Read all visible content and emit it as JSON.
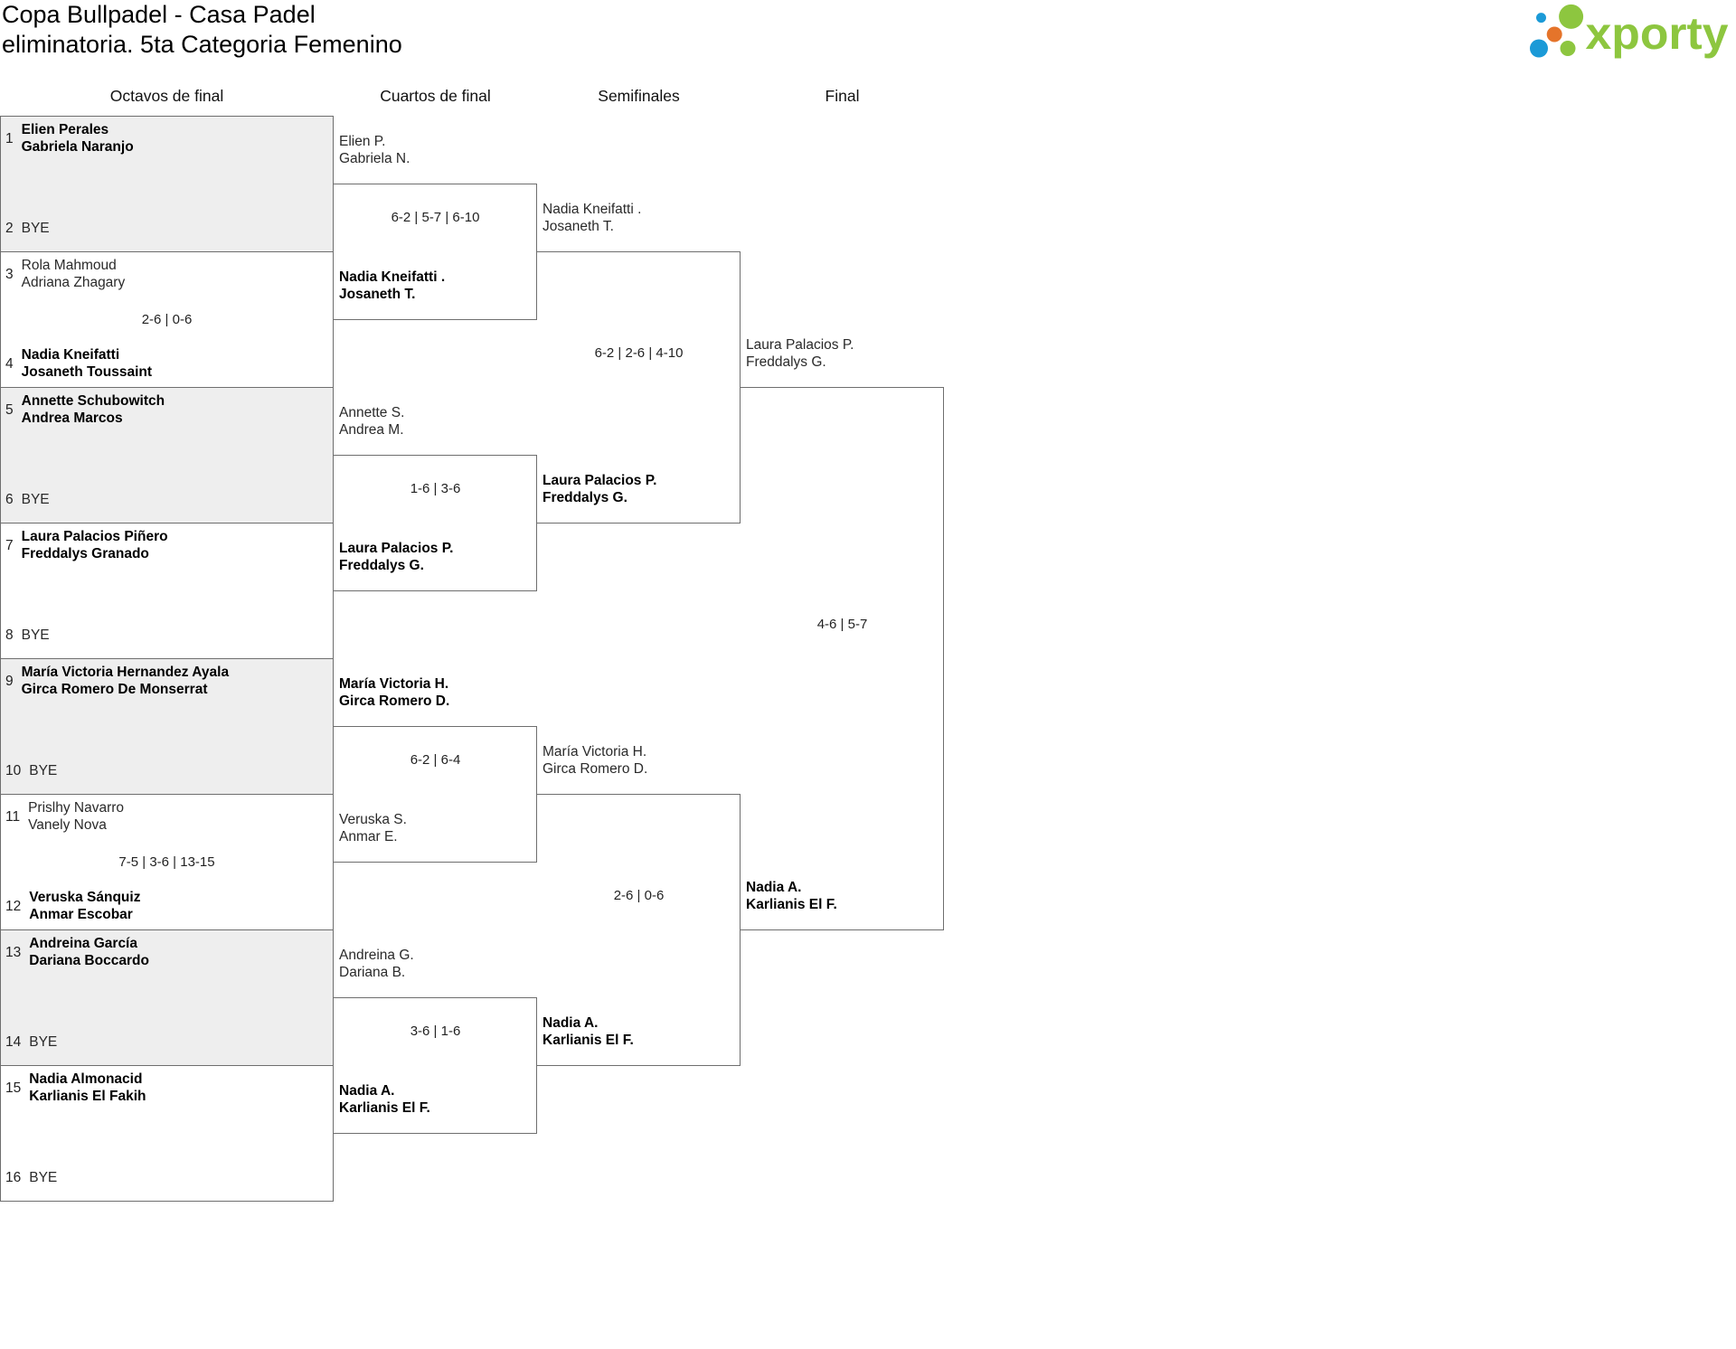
{
  "title": {
    "line1": "Copa Bullpadel - Casa Padel",
    "line2": "eliminatoria. 5ta Categoria Femenino"
  },
  "logo": {
    "text": "xporty",
    "colors": {
      "green": "#8dc63f",
      "orange": "#e5742a",
      "blue": "#1b9ad7"
    }
  },
  "colors": {
    "shaded_row": "#eeeeee",
    "line": "#6e6e6e"
  },
  "bracket": {
    "rounds": [
      {
        "label": "Octavos de final",
        "matches": [
          {
            "top": {
              "seed": 1,
              "players": [
                "Elien Perales",
                "Gabriela Naranjo"
              ],
              "winner": true
            },
            "bottom": {
              "seed": 2,
              "players": [
                "BYE"
              ],
              "winner": false
            }
          },
          {
            "top": {
              "seed": 3,
              "players": [
                "Rola Mahmoud",
                "Adriana Zhagary"
              ],
              "winner": false
            },
            "bottom": {
              "seed": 4,
              "players": [
                "Nadia Kneifatti",
                "Josaneth Toussaint"
              ],
              "winner": true
            },
            "score": "2-6 | 0-6"
          },
          {
            "top": {
              "seed": 5,
              "players": [
                "Annette Schubowitch",
                "Andrea Marcos"
              ],
              "winner": true
            },
            "bottom": {
              "seed": 6,
              "players": [
                "BYE"
              ],
              "winner": false
            }
          },
          {
            "top": {
              "seed": 7,
              "players": [
                "Laura Palacios Piñero",
                "Freddalys Granado"
              ],
              "winner": true
            },
            "bottom": {
              "seed": 8,
              "players": [
                "BYE"
              ],
              "winner": false
            }
          },
          {
            "top": {
              "seed": 9,
              "players": [
                "María Victoria Hernandez Ayala",
                "Girca Romero De Monserrat"
              ],
              "winner": true
            },
            "bottom": {
              "seed": 10,
              "players": [
                "BYE"
              ],
              "winner": false
            }
          },
          {
            "top": {
              "seed": 11,
              "players": [
                "Prislhy Navarro",
                "Vanely Nova"
              ],
              "winner": false
            },
            "bottom": {
              "seed": 12,
              "players": [
                "Veruska Sánquiz",
                "Anmar Escobar"
              ],
              "winner": true
            },
            "score": "7-5 | 3-6 | 13-15"
          },
          {
            "top": {
              "seed": 13,
              "players": [
                "Andreina García",
                "Dariana Boccardo"
              ],
              "winner": true
            },
            "bottom": {
              "seed": 14,
              "players": [
                "BYE"
              ],
              "winner": false
            }
          },
          {
            "top": {
              "seed": 15,
              "players": [
                "Nadia Almonacid",
                "Karlianis El Fakih"
              ],
              "winner": true
            },
            "bottom": {
              "seed": 16,
              "players": [
                "BYE"
              ],
              "winner": false
            }
          }
        ]
      },
      {
        "label": "Cuartos de final",
        "matches": [
          {
            "top": {
              "players": [
                "Elien P.",
                "Gabriela N."
              ],
              "winner": false
            },
            "bottom": {
              "players": [
                "Nadia Kneifatti .",
                "Josaneth T."
              ],
              "winner": true
            },
            "score": "6-2 | 5-7 | 6-10"
          },
          {
            "top": {
              "players": [
                "Annette S.",
                "Andrea M."
              ],
              "winner": false
            },
            "bottom": {
              "players": [
                "Laura Palacios P.",
                "Freddalys G."
              ],
              "winner": true
            },
            "score": "1-6 | 3-6"
          },
          {
            "top": {
              "players": [
                "María Victoria H.",
                "Girca Romero D."
              ],
              "winner": true
            },
            "bottom": {
              "players": [
                "Veruska S.",
                "Anmar E."
              ],
              "winner": false
            },
            "score": "6-2 | 6-4"
          },
          {
            "top": {
              "players": [
                "Andreina G.",
                "Dariana B."
              ],
              "winner": false
            },
            "bottom": {
              "players": [
                "Nadia A.",
                "Karlianis El F."
              ],
              "winner": true
            },
            "score": "3-6 | 1-6"
          }
        ]
      },
      {
        "label": "Semifinales",
        "matches": [
          {
            "top": {
              "players": [
                "Nadia Kneifatti .",
                "Josaneth T."
              ],
              "winner": false
            },
            "bottom": {
              "players": [
                "Laura Palacios P.",
                "Freddalys G."
              ],
              "winner": true
            },
            "score": "6-2 | 2-6 | 4-10"
          },
          {
            "top": {
              "players": [
                "María Victoria H.",
                "Girca Romero D."
              ],
              "winner": false
            },
            "bottom": {
              "players": [
                "Nadia A.",
                "Karlianis El F."
              ],
              "winner": true
            },
            "score": "2-6 | 0-6"
          }
        ]
      },
      {
        "label": "Final",
        "matches": [
          {
            "top": {
              "players": [
                "Laura Palacios P.",
                "Freddalys G."
              ],
              "winner": false
            },
            "bottom": {
              "players": [
                "Nadia A.",
                "Karlianis El F."
              ],
              "winner": true
            },
            "score": "4-6 | 5-7"
          }
        ]
      }
    ]
  }
}
